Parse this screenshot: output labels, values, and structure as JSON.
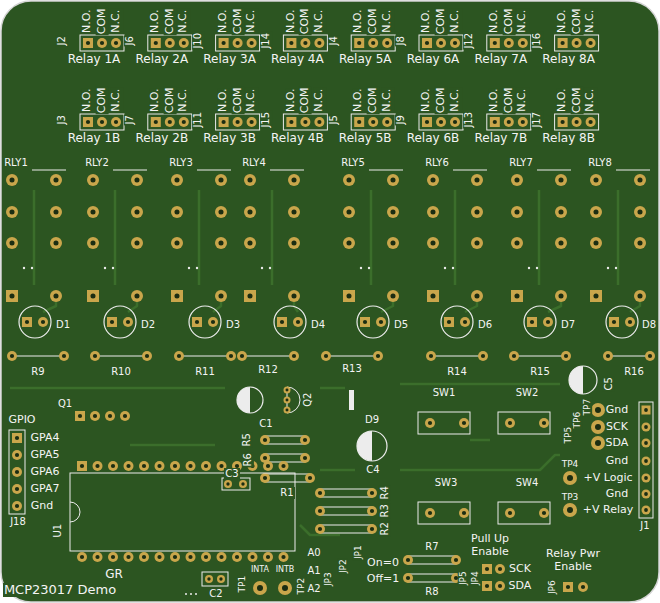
{
  "diagram": {
    "labels": [
      "J2",
      "N.O.",
      "COM",
      "N.C.",
      "Relay 1A",
      "J6",
      "N.O.",
      "COM",
      "N.C.",
      "Relay 2A",
      "J10",
      "N.O.",
      "COM",
      "N.C.",
      "Relay 3A",
      "J14",
      "N.O.",
      "COM",
      "N.C.",
      "Relay 4A",
      "J4",
      "N.O.",
      "COM",
      "N.C.",
      "Relay 5A",
      "J8",
      "N.O.",
      "COM",
      "N.C.",
      "Relay 6A",
      "J12",
      "N.O.",
      "COM",
      "N.C.",
      "Relay 7A",
      "J16",
      "N.O.",
      "COM",
      "N.C.",
      "Relay 8A",
      "J3",
      "N.O.",
      "COM",
      "N.C.",
      "Relay 1B",
      "J7",
      "N.O.",
      "COM",
      "N.C.",
      "Relay 2B",
      "J11",
      "N.O.",
      "COM",
      "N.C.",
      "Relay 3B",
      "J15",
      "N.O.",
      "COM",
      "N.C.",
      "Relay 4B",
      "J5",
      "N.O.",
      "COM",
      "N.C.",
      "Relay 5B",
      "J9",
      "N.O.",
      "COM",
      "N.C.",
      "Relay 6B",
      "J13",
      "N.O.",
      "COM",
      "N.C.",
      "Relay 7B",
      "J17",
      "N.O.",
      "COM",
      "N.C.",
      "Relay 8B",
      "RLY1",
      "RLY2",
      "RLY3",
      "RLY4",
      "RLY5",
      "RLY6",
      "RLY7",
      "RLY8",
      "D1",
      "D2",
      "D3",
      "D4",
      "D5",
      "D6",
      "D7",
      "D8",
      "R9",
      "R10",
      "R11",
      "R12",
      "R13",
      "R14",
      "R15",
      "R16",
      "Q1",
      "Q2",
      "C5",
      "D9",
      "C1",
      "C3",
      "C4",
      "R5",
      "R6",
      "R1",
      "R4",
      "R3",
      "R2",
      "R7",
      "R8",
      "C2",
      "U1",
      "GR",
      "MCP23017 Demo",
      "TP1",
      "INTA",
      "INTB",
      "TP2",
      "SW1",
      "SW2",
      "SW3",
      "SW4",
      "GPIO",
      "GPA4",
      "GPA5",
      "GPA6",
      "GPA7",
      "Gnd",
      "J18",
      "A0",
      "A1",
      "A2",
      "JP3",
      "JP2",
      "JP1",
      "On=0",
      "Off=1",
      "Pull Up Enable",
      "JP5",
      "JP4",
      "SCK",
      "SDA",
      "Relay Pwr Enable",
      "JP6",
      "TP7",
      "TP6",
      "TP5",
      "Gnd",
      "SCK",
      "SDA",
      "Gnd",
      "TP4",
      "+V Logic",
      "Gnd",
      "TP3",
      "+V Relay",
      "J1"
    ]
  }
}
